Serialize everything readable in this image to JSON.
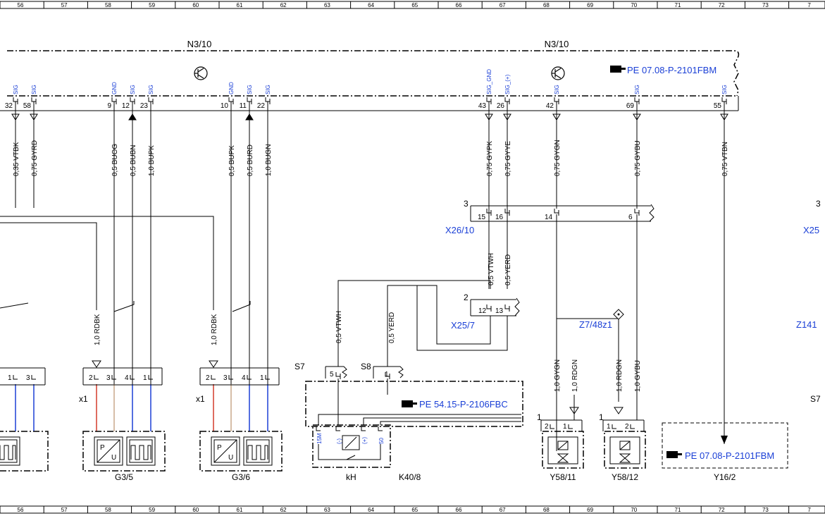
{
  "ruler_top": [
    "56",
    "57",
    "58",
    "59",
    "60",
    "61",
    "62",
    "63",
    "64",
    "65",
    "66",
    "67",
    "68",
    "69",
    "70",
    "71",
    "72",
    "73",
    "7"
  ],
  "ruler_bottom": [
    "56",
    "57",
    "58",
    "59",
    "60",
    "61",
    "62",
    "63",
    "64",
    "65",
    "66",
    "67",
    "68",
    "69",
    "70",
    "71",
    "72",
    "73",
    "7"
  ],
  "module": {
    "name_left": "N3/10",
    "name_right": "N3/10",
    "ref_top": "PE 07.08-P-2101FBM"
  },
  "pins": [
    {
      "num": "32",
      "sig": "SIG",
      "wire": "0,35 VTBK"
    },
    {
      "num": "58",
      "sig": "SIG",
      "wire": "0,75 GYRD"
    },
    {
      "num": "9",
      "sig": "GND",
      "wire": "0,5 BUOG"
    },
    {
      "num": "12",
      "sig": "SIG",
      "wire": "0,5 BUBN"
    },
    {
      "num": "23",
      "sig": "SIG",
      "wire": "1,0 BUPK"
    },
    {
      "num": "10",
      "sig": "GND",
      "wire": "0,5 BUPK"
    },
    {
      "num": "11",
      "sig": "SIG",
      "wire": "0,5 BURD"
    },
    {
      "num": "22",
      "sig": "SIG",
      "wire": "1,0 BUGN"
    },
    {
      "num": "43",
      "sig": "SIG_GND",
      "wire": "0,75 GYPK"
    },
    {
      "num": "26",
      "sig": "SIG_(+)",
      "wire": "0,75 GYYE"
    },
    {
      "num": "42",
      "sig": "SIG",
      "wire": "0,75 GYGN"
    },
    {
      "num": "69",
      "sig": "SIG",
      "wire": "0,75 GYBU"
    },
    {
      "num": "55",
      "sig": "SIG",
      "wire": "0,75 VTBN"
    }
  ],
  "connectors": {
    "x26_10": {
      "label": "X26/10",
      "lead": "3",
      "pins": [
        "15",
        "16",
        "14",
        "6"
      ],
      "side_lead": "3",
      "side_label": "X25"
    },
    "x25_7": {
      "label": "X25/7",
      "lead": "2",
      "pins": [
        "12",
        "13"
      ]
    },
    "z7": {
      "label": "Z7/48z1"
    },
    "z141": {
      "label": "Z141"
    },
    "s7_side": {
      "label": "S7"
    }
  },
  "mid_wires": [
    "0,5 VTWH",
    "0,5 YERD",
    "0,5 VTWH",
    "0,5 YERD",
    "1,0 RDBK",
    "1,0 RDBK",
    "1,0 GYGN",
    "1,0 RDGN",
    "1,0 RDGN",
    "1,0 GYBU"
  ],
  "switches": {
    "s7": {
      "label": "S7",
      "pin": "5"
    },
    "s8": {
      "label": "S8",
      "pin": "1"
    },
    "ref": "PE 54.15-P-2106FBC"
  },
  "components": {
    "g35": {
      "label": "G3/5",
      "x_label": "x1",
      "pins": [
        "2",
        "3",
        "4",
        "1"
      ]
    },
    "g36": {
      "label": "G3/6",
      "x_label": "x1",
      "pins": [
        "2",
        "3",
        "4",
        "1"
      ]
    },
    "left_block_pins": [
      "1",
      "3"
    ],
    "k40_8": {
      "label": "K40/8",
      "sub": "kH",
      "pins": [
        "15M",
        "(-)",
        "(+)",
        "50"
      ]
    },
    "y58_11": {
      "label": "Y58/11",
      "lead": "1",
      "pins": [
        "2",
        "1"
      ]
    },
    "y58_12": {
      "label": "Y58/12",
      "lead": "1",
      "pins": [
        "1",
        "2"
      ]
    },
    "y16_2": {
      "label": "Y16/2",
      "ref": "PE 07.08-P-2101FBM"
    }
  },
  "colors": {
    "blue": "#1a3fd6",
    "red": "#d23b2a",
    "tan": "#c9a98a",
    "line": "#000000"
  }
}
